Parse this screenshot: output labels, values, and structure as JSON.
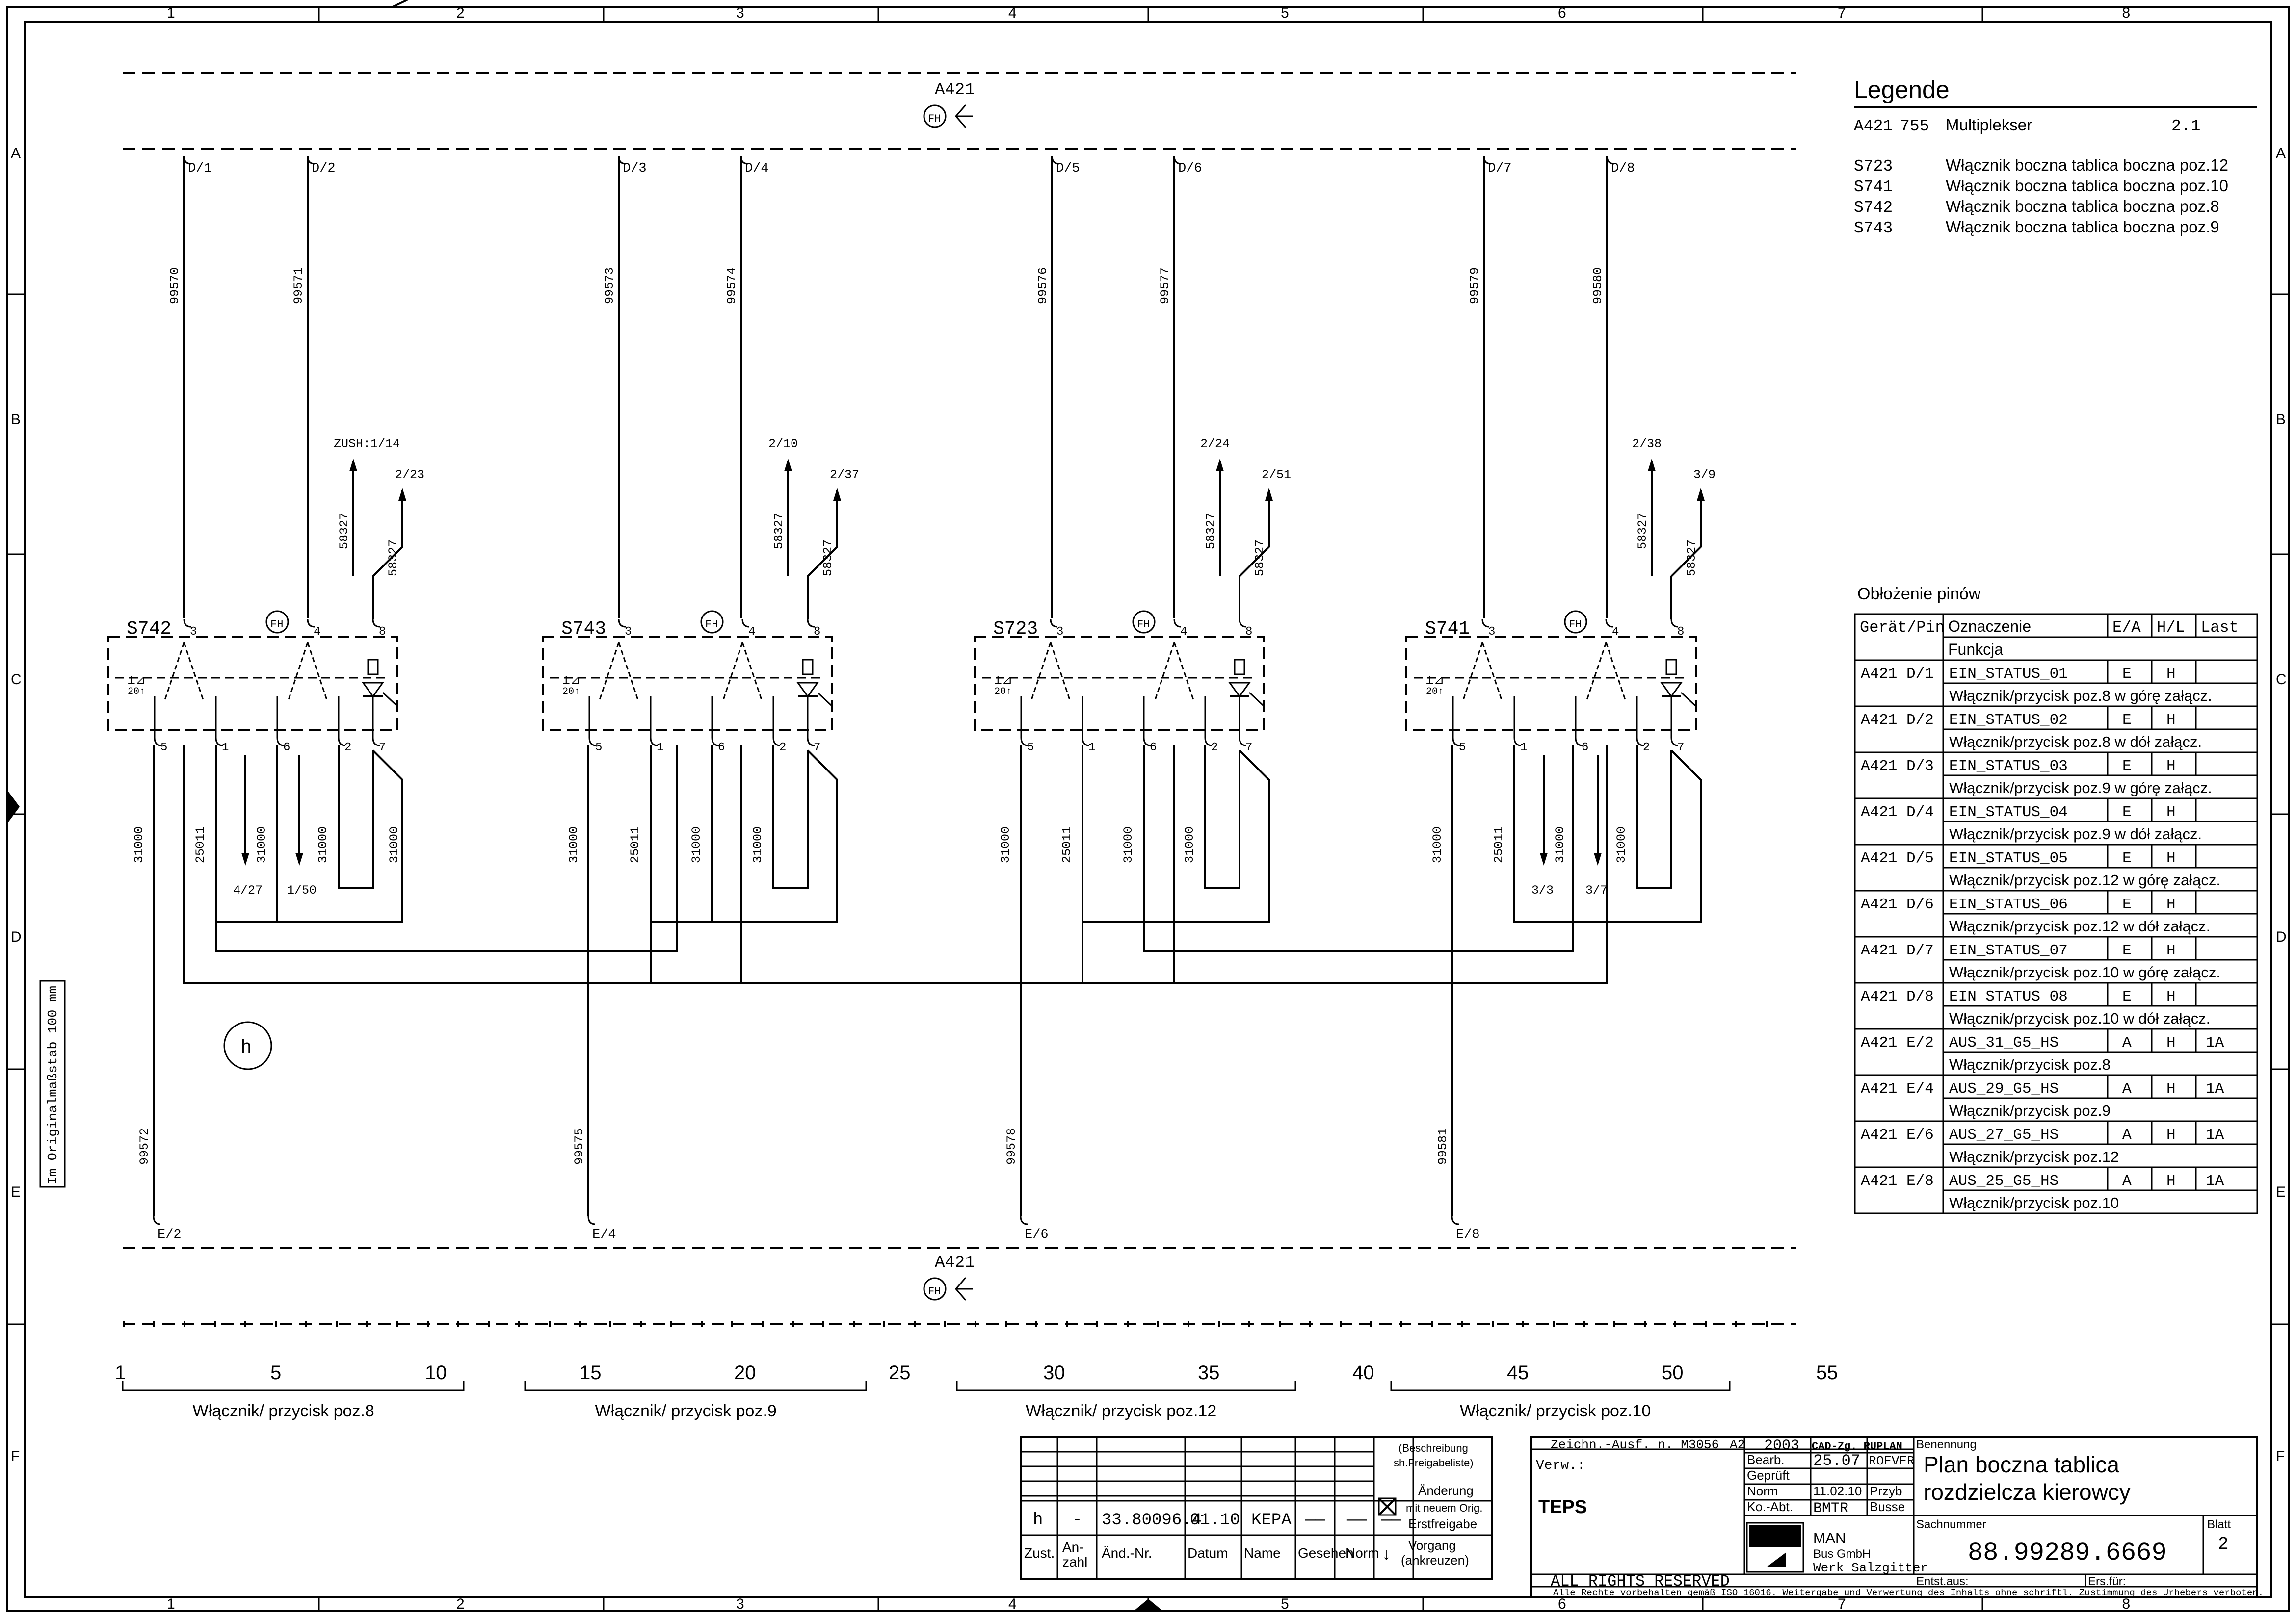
{
  "frame": {
    "columns": [
      "1",
      "2",
      "3",
      "4",
      "5",
      "6",
      "7",
      "8"
    ],
    "rows": [
      "A",
      "B",
      "C",
      "D",
      "E",
      "F"
    ],
    "scale_note": "Im Originalmaßstab 100 mm"
  },
  "bus": {
    "top_label": "A421",
    "bottom_label": "A421",
    "fh": "FH",
    "top_pins": [
      "D/1",
      "D/2",
      "D/3",
      "D/4",
      "D/5",
      "D/6",
      "D/7",
      "D/8"
    ],
    "bottom_pins": [
      "E/2",
      "E/4",
      "E/6",
      "E/8"
    ],
    "top_wires": [
      "99570",
      "99571",
      "99573",
      "99574",
      "99576",
      "99577",
      "99579",
      "99580"
    ],
    "bottom_wires": [
      "99572",
      "99575",
      "99578",
      "99581"
    ]
  },
  "switches": [
    {
      "name": "S742",
      "refs": [
        "ZUSH:1/14",
        "2/23"
      ],
      "pin_labels": [
        "3",
        "4",
        "8",
        "5",
        "1",
        "6",
        "2",
        "7"
      ],
      "mid": "20↑",
      "lower_wires": [
        "31000",
        "25011",
        "31000",
        "31000",
        "31000"
      ],
      "drops": [
        "4/27",
        "1/50"
      ]
    },
    {
      "name": "S743",
      "refs": [
        "2/10",
        "2/37"
      ],
      "pin_labels": [
        "3",
        "4",
        "8",
        "5",
        "1",
        "6",
        "2",
        "7"
      ],
      "mid": "20↑",
      "lower_wires": [
        "31000",
        "25011",
        "31000",
        "31000"
      ],
      "drops": []
    },
    {
      "name": "S723",
      "refs": [
        "2/24",
        "2/51"
      ],
      "pin_labels": [
        "3",
        "4",
        "8",
        "5",
        "1",
        "6",
        "2",
        "7"
      ],
      "mid": "20↑",
      "lower_wires": [
        "31000",
        "25011",
        "31000",
        "31000"
      ],
      "drops": []
    },
    {
      "name": "S741",
      "refs": [
        "2/38",
        "3/9"
      ],
      "pin_labels": [
        "3",
        "4",
        "8",
        "5",
        "1",
        "6",
        "2",
        "7"
      ],
      "mid": "20↑",
      "lower_wires": [
        "31000",
        "25011",
        "31000",
        "31000"
      ],
      "drops": [
        "3/3",
        "3/7"
      ]
    }
  ],
  "wire_58327": "58327",
  "circle_h": "h",
  "scale": {
    "ticks": [
      "1",
      "5",
      "10",
      "15",
      "20",
      "25",
      "30",
      "35",
      "40",
      "45",
      "50",
      "55"
    ],
    "groups": [
      "Włącznik/ przycisk poz.8",
      "Włącznik/ przycisk poz.9",
      "Włącznik/ przycisk poz.12",
      "Włącznik/ przycisk poz.10"
    ]
  },
  "legend": {
    "title": "Legende",
    "items": [
      {
        "code": "A421",
        "num": "755",
        "desc": "Multiplekser",
        "ref": "2.1"
      },
      {
        "code": "S723",
        "num": "",
        "desc": "Włącznik boczna tablica boczna poz.12",
        "ref": ""
      },
      {
        "code": "S741",
        "num": "",
        "desc": "Włącznik boczna tablica boczna poz.10",
        "ref": ""
      },
      {
        "code": "S742",
        "num": "",
        "desc": "Włącznik boczna tablica boczna poz.8",
        "ref": ""
      },
      {
        "code": "S743",
        "num": "",
        "desc": "Włącznik boczna tablica boczna poz.9",
        "ref": ""
      }
    ]
  },
  "pins": {
    "title": "Obłożenie pinów",
    "headers": [
      "Gerät/Pin",
      "Oznaczenie",
      "E/A",
      "H/L",
      "Last"
    ],
    "subheader": "Funkcja",
    "rows": [
      {
        "pin": "A421  D/1",
        "name": "EIN_STATUS_01",
        "ea": "E",
        "hl": "H",
        "last": "",
        "func": "Włącznik/przycisk poz.8 w górę załącz."
      },
      {
        "pin": "A421  D/2",
        "name": "EIN_STATUS_02",
        "ea": "E",
        "hl": "H",
        "last": "",
        "func": "Włącznik/przycisk poz.8 w dół załącz."
      },
      {
        "pin": "A421  D/3",
        "name": "EIN_STATUS_03",
        "ea": "E",
        "hl": "H",
        "last": "",
        "func": "Włącznik/przycisk poz.9 w górę załącz."
      },
      {
        "pin": "A421  D/4",
        "name": "EIN_STATUS_04",
        "ea": "E",
        "hl": "H",
        "last": "",
        "func": "Włącznik/przycisk poz.9 w dół załącz."
      },
      {
        "pin": "A421  D/5",
        "name": "EIN_STATUS_05",
        "ea": "E",
        "hl": "H",
        "last": "",
        "func": "Włącznik/przycisk poz.12 w górę załącz."
      },
      {
        "pin": "A421  D/6",
        "name": "EIN_STATUS_06",
        "ea": "E",
        "hl": "H",
        "last": "",
        "func": "Włącznik/przycisk poz.12 w dół załącz."
      },
      {
        "pin": "A421  D/7",
        "name": "EIN_STATUS_07",
        "ea": "E",
        "hl": "H",
        "last": "",
        "func": "Włącznik/przycisk poz.10 w górę załącz."
      },
      {
        "pin": "A421  D/8",
        "name": "EIN_STATUS_08",
        "ea": "E",
        "hl": "H",
        "last": "",
        "func": "Włącznik/przycisk poz.10 w dół załącz."
      },
      {
        "pin": "A421  E/2",
        "name": "AUS_31_G5_HS",
        "ea": "A",
        "hl": "H",
        "last": "1A",
        "func": "Włącznik/przycisk poz.8"
      },
      {
        "pin": "A421  E/4",
        "name": "AUS_29_G5_HS",
        "ea": "A",
        "hl": "H",
        "last": "1A",
        "func": "Włącznik/przycisk poz.9"
      },
      {
        "pin": "A421  E/6",
        "name": "AUS_27_G5_HS",
        "ea": "A",
        "hl": "H",
        "last": "1A",
        "func": "Włącznik/przycisk poz.12"
      },
      {
        "pin": "A421  E/8",
        "name": "AUS_25_G5_HS",
        "ea": "A",
        "hl": "H",
        "last": "1A",
        "func": "Włącznik/przycisk poz.10"
      }
    ]
  },
  "titleblock": {
    "revision": [
      "h",
      "-",
      "33.80096.4",
      "01.10",
      "KEPA",
      "——",
      "——",
      "——"
    ],
    "rev_headers": [
      "Zust.",
      "An-\nzahl",
      "Änd.-Nr.",
      "Datum",
      "Name",
      "Gesehen",
      "Norm"
    ],
    "beschreibung": "(Beschreibung sh.Freigabeliste)",
    "aenderung": "Änderung",
    "mit_neuem": "mit neuem Orig.",
    "erstfreigabe": "Erstfreigabe",
    "vorgang": "Vorgang (ankreuzen)",
    "zeichn": "Zeichn.-Ausf. n. M3056",
    "a2": "A2",
    "year": "2003",
    "cad": "CAD-Zg. RUPLAN",
    "verw": "Verw.:",
    "teps": "TEPS",
    "bearb": "Bearb.",
    "bearb_date": "25.07",
    "bearb_name": "ROEVER",
    "geprueft": "Geprüft",
    "norm": "Norm",
    "norm_date": "11.02.10",
    "norm_name": "Przyb",
    "koabt": "Ko.-Abt.",
    "koabt_val": "BMTR",
    "koabt_name": "Busse",
    "benennung_label": "Benennung",
    "title1": "Plan boczna tablica",
    "title2": "rozdzielcza kierowcy",
    "sachnummer_label": "Sachnummer",
    "sachnummer": "88.99289.6669",
    "blatt_label": "Blatt",
    "blatt": "2",
    "man": "MAN",
    "company1": "MAN",
    "company2": "Bus GmbH",
    "company3": "Werk Salzgitter",
    "entst_aus": "Entst.aus:",
    "ers_fuer": "Ers.für:",
    "reserved": "ALL RIGHTS RESERVED",
    "copyright": "Alle Rechte vorbehalten gemäß ISO 16016. Weitergabe und Verwertung des Inhalts ohne schriftl. Zustimmung des Urhebers verboten."
  }
}
